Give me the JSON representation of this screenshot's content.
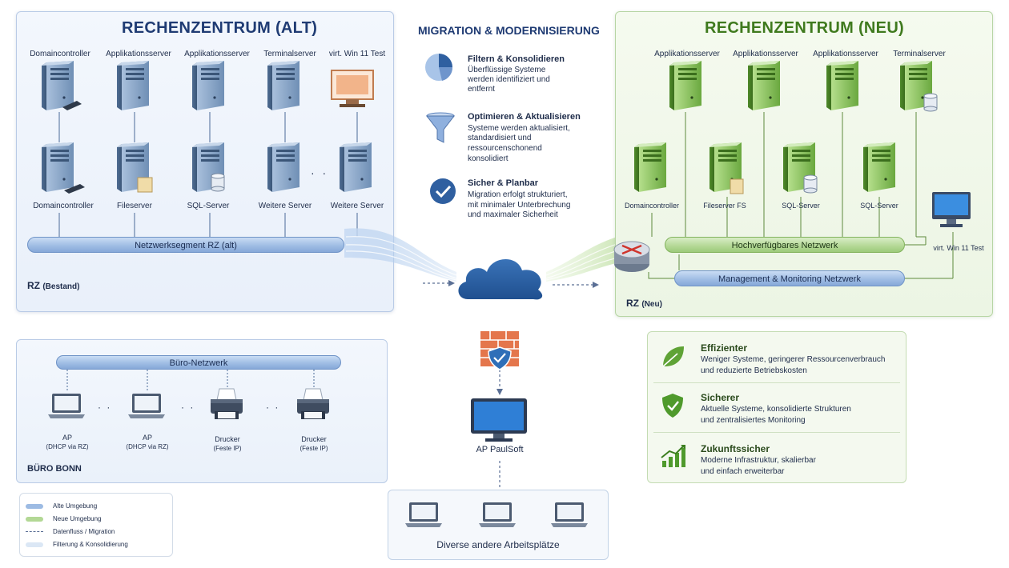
{
  "center": {
    "title": "MIGRATION & MODERNISIERUNG",
    "steps": [
      {
        "icon": "pie-chart-icon",
        "title": "Filtern & Konsolidieren",
        "lines": [
          "Überflüssige Systeme",
          "werden identifiziert und",
          "entfernt"
        ]
      },
      {
        "icon": "funnel-icon",
        "title": "Optimieren & Aktualisieren",
        "lines": [
          "Systeme werden aktualisiert,",
          "standardisiert und",
          "ressourcenschonend",
          "konsolidiert"
        ]
      },
      {
        "icon": "check-circle-icon",
        "title": "Sicher & Planbar",
        "lines": [
          "Migration erfolgt strukturiert,",
          "mit minimaler Unterbrechung",
          "und maximaler Sicherheit"
        ]
      }
    ],
    "workstation": "AP PaulSoft",
    "other_workstations": "Diverse andere Arbeitsplätze"
  },
  "old_dc": {
    "title": "RECHENZENTRUM (ALT)",
    "top_labels": [
      "Domaincontroller",
      "Applikationsserver",
      "Applikationsserver",
      "Terminalserver",
      "virt. Win 11 Test"
    ],
    "bottom_labels": [
      "Domaincontroller",
      "Fileserver",
      "SQL-Server",
      "Weitere Server",
      "Weitere Server"
    ],
    "network": "Netzwerksegment RZ (alt)",
    "rz_label": "RZ",
    "rz_sub": "(Bestand)"
  },
  "new_dc": {
    "title": "RECHENZENTRUM (NEU)",
    "top_labels": [
      "Applikationsserver",
      "Applikationsserver",
      "Applikationsserver",
      "Terminalserver"
    ],
    "bottom_labels": [
      "Domaincontroller",
      "Fileserver FS",
      "SQL-Server",
      "SQL-Server"
    ],
    "test_label": "virt. Win 11 Test",
    "network_ha": "Hochverfügbares Netzwerk",
    "network_mgmt": "Management & Monitoring Netzwerk",
    "rz_label": "RZ",
    "rz_sub": "(Neu)"
  },
  "bonn": {
    "title": "BÜRO BONN",
    "network": "Büro-Netzwerk",
    "devices": [
      {
        "icon": "laptop-icon",
        "line1": "AP",
        "line2": "(DHCP via RZ)"
      },
      {
        "icon": "laptop-icon",
        "line1": "AP",
        "line2": "(DHCP via RZ)"
      },
      {
        "icon": "printer-icon",
        "line1": "Drucker",
        "line2": "(Feste IP)"
      },
      {
        "icon": "printer-icon",
        "line1": "Drucker",
        "line2": "(Feste IP)"
      }
    ]
  },
  "benefits": [
    {
      "icon": "leaf-icon",
      "title": "Effizienter",
      "lines": [
        "Weniger Systeme, geringerer Ressourcenverbrauch",
        "und reduzierte Betriebskosten"
      ]
    },
    {
      "icon": "shield-check-icon",
      "title": "Sicherer",
      "lines": [
        "Aktuelle Systeme, konsolidierte Strukturen",
        "und zentralisiertes Monitoring"
      ]
    },
    {
      "icon": "growth-chart-icon",
      "title": "Zukunftssicher",
      "lines": [
        "Moderne Infrastruktur, skalierbar",
        "und einfach erweiterbar"
      ]
    }
  ],
  "legend": [
    {
      "label": "Alte Umgebung",
      "color": "#9dbbe3"
    },
    {
      "label": "Neue Umgebung",
      "color": "#b3d895"
    },
    {
      "label": "Datenfluss / Migration",
      "color": "#5a6f95"
    },
    {
      "label": "Filterung & Konsolidierung",
      "color": "#dbe7f5"
    }
  ],
  "colors": {
    "old_accent": "#1f3b73",
    "new_accent": "#3f7a1e",
    "server_blue": "#6f8fb5",
    "server_green": "#6aa83f"
  }
}
